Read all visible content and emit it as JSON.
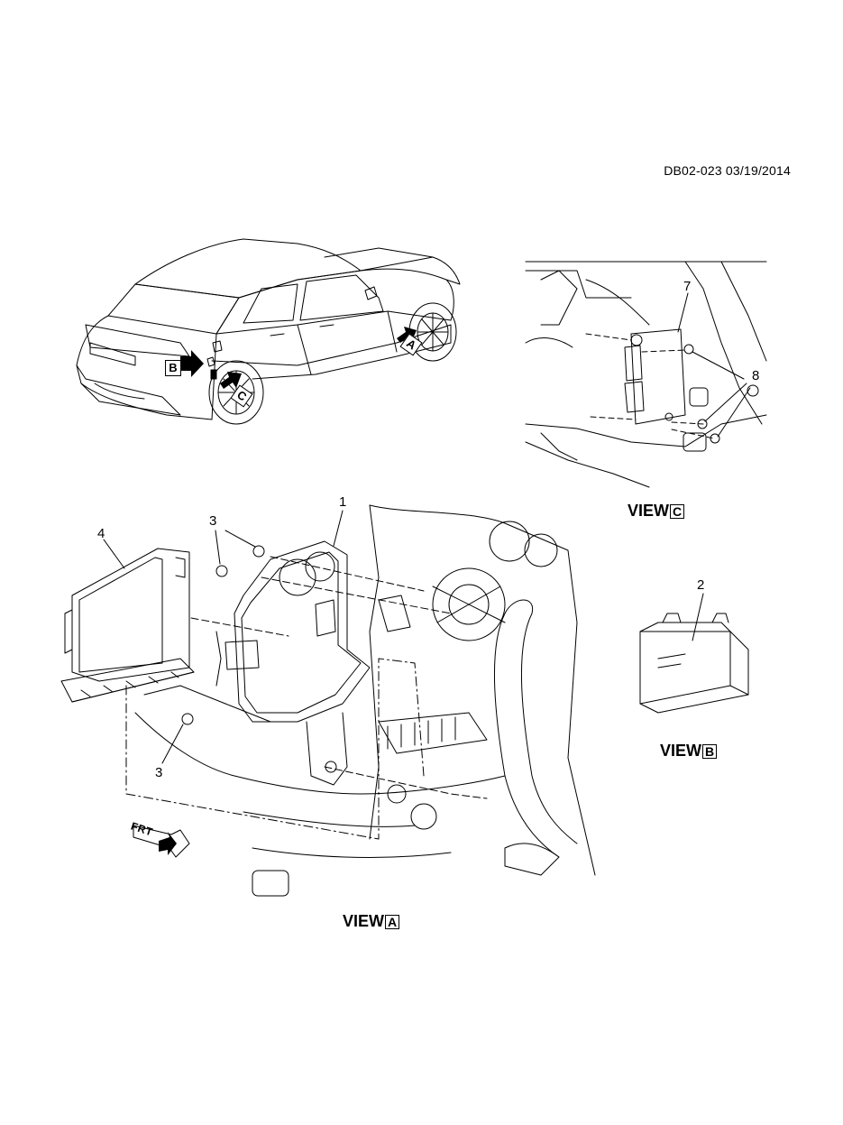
{
  "header": {
    "doc_id": "DB02-023 03/19/2014"
  },
  "views": {
    "view_a": {
      "word": "VIEW",
      "letter": "A"
    },
    "view_b": {
      "word": "VIEW",
      "letter": "B"
    },
    "view_c": {
      "word": "VIEW",
      "letter": "C"
    }
  },
  "vehicle_arrows": {
    "a": "A",
    "b": "B",
    "c": "C"
  },
  "callouts": {
    "c1": "1",
    "c2": "2",
    "c3_top": "3",
    "c3_bottom": "3",
    "c4": "4",
    "c7": "7",
    "c8": "8"
  },
  "front_indicator": "FRT"
}
